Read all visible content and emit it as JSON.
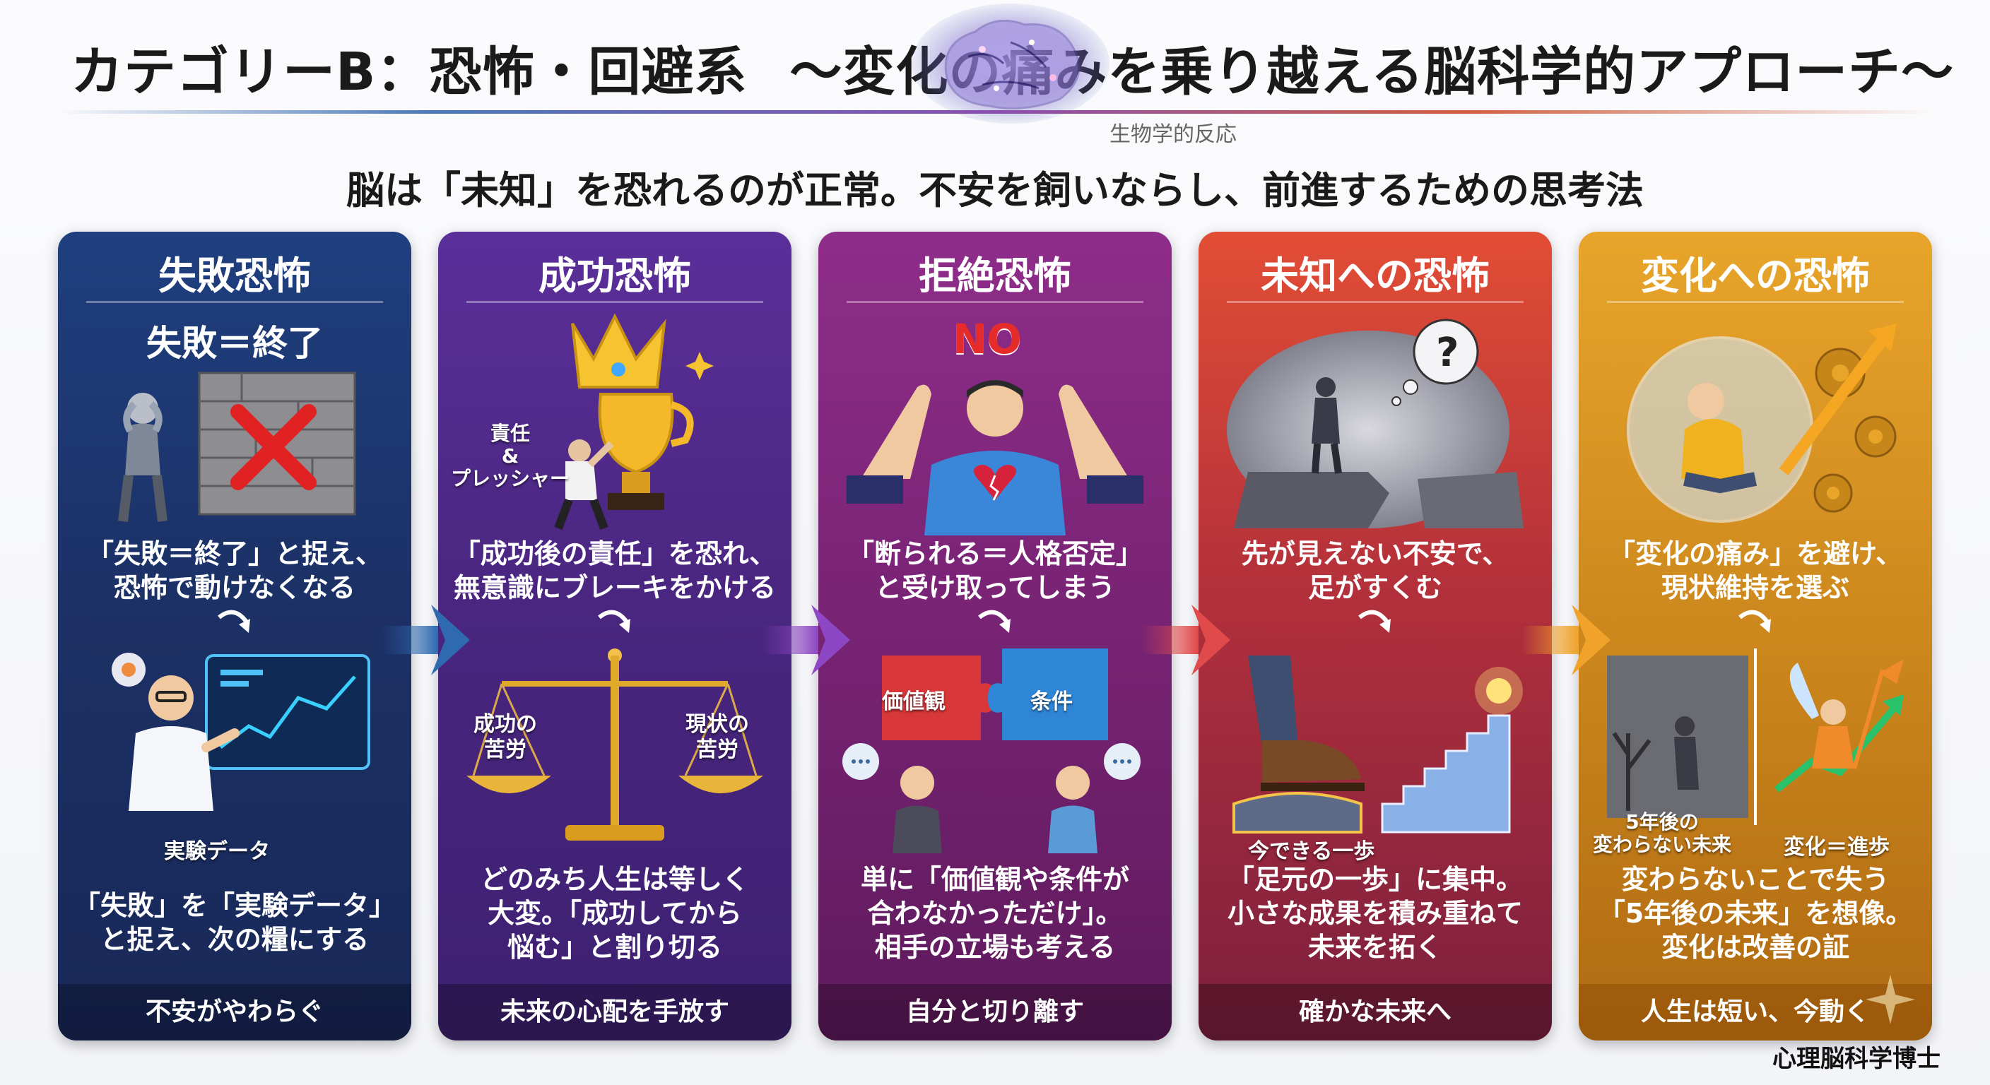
{
  "header": {
    "title_main": "カテゴリーB：恐怖・回避系",
    "title_sub": "〜変化の痛みを乗り越える脳科学的アプローチ〜",
    "bio_label": "生物学的反応",
    "subtitle": "脳は「未知」を恐れるのが正常。不安を飼いならし、前進するための思考法"
  },
  "panels": [
    {
      "title": "失敗恐怖",
      "headline": "失敗＝終了",
      "problem": [
        "「失敗＝終了」と捉え、",
        "恐怖で動けなくなる"
      ],
      "label": "実験データ",
      "solution": [
        "「失敗」を「実験データ」",
        "と捉え、次の糧にする"
      ],
      "footer": "不安がやわらぐ"
    },
    {
      "title": "成功恐怖",
      "label_pressure": [
        "責任",
        "&",
        "プレッシャー"
      ],
      "problem": [
        "「成功後の責任」を恐れ、",
        "無意識にブレーキをかける"
      ],
      "scale_left": [
        "成功の",
        "苦労"
      ],
      "scale_right": [
        "現状の",
        "苦労"
      ],
      "solution": [
        "どのみち人生は等しく",
        "大変。「成功してから",
        "悩む」と割り切る"
      ],
      "footer": "未来の心配を手放す"
    },
    {
      "title": "拒絶恐怖",
      "no_label": "NO",
      "problem": [
        "「断られる＝人格否定」",
        "と受け取ってしまう"
      ],
      "puzzle_left": "価値観",
      "puzzle_right": "条件",
      "solution": [
        "単に「価値観や条件が",
        "合わなかっただけ」。",
        "相手の立場も考える"
      ],
      "footer": "自分と切り離す"
    },
    {
      "title": "未知への恐怖",
      "problem": [
        "先が見えない不安で、",
        "足がすくむ"
      ],
      "label": "今できる一歩",
      "solution": [
        "「足元の一歩」に集中。",
        "小さな成果を積み重ねて",
        "未来を拓く"
      ],
      "footer": "確かな未来へ"
    },
    {
      "title": "変化への恐怖",
      "problem": [
        "「変化の痛み」を避け、",
        "現状維持を選ぶ"
      ],
      "label_left": [
        "5年後の",
        "変わらない未来"
      ],
      "label_right": "変化＝進歩",
      "solution": [
        "変わらないことで失う",
        "「5年後の未来」を想像。",
        "変化は改善の証"
      ],
      "footer": "人生は短い、今動く"
    }
  ],
  "watermark": "心理脳科学博士",
  "colors": {
    "panel1": "#1c3166",
    "panel2": "#4a2680",
    "panel3": "#7a2476",
    "panel4": "#b2303b",
    "panel5": "#cf8a1e"
  }
}
